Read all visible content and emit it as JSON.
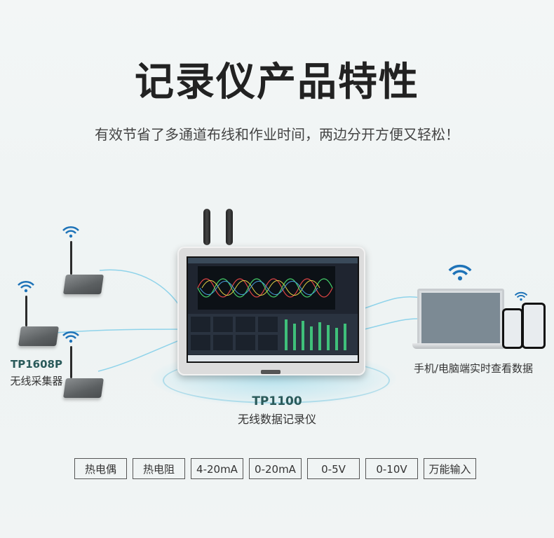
{
  "header": {
    "title": "记录仪产品特性",
    "subtitle": "有效节省了多通道布线和作业时间，两边分开方便又轻松！"
  },
  "left_device": {
    "model": "TP1608P",
    "name": "无线采集器"
  },
  "center_device": {
    "model": "TP1100",
    "name": "无线数据记录仪"
  },
  "right_device": {
    "label": "手机/电脑端实时查看数据"
  },
  "tags": [
    "热电偶",
    "热电阻",
    "4-20mA",
    "0-20mA",
    "0-5V",
    "0-10V",
    "万能输入"
  ],
  "colors": {
    "wifi": "#1e73b8",
    "accent_text": "#2a5a5a",
    "glow": "#8cd7eb"
  },
  "icons": {
    "wifi": "wifi-icon"
  }
}
